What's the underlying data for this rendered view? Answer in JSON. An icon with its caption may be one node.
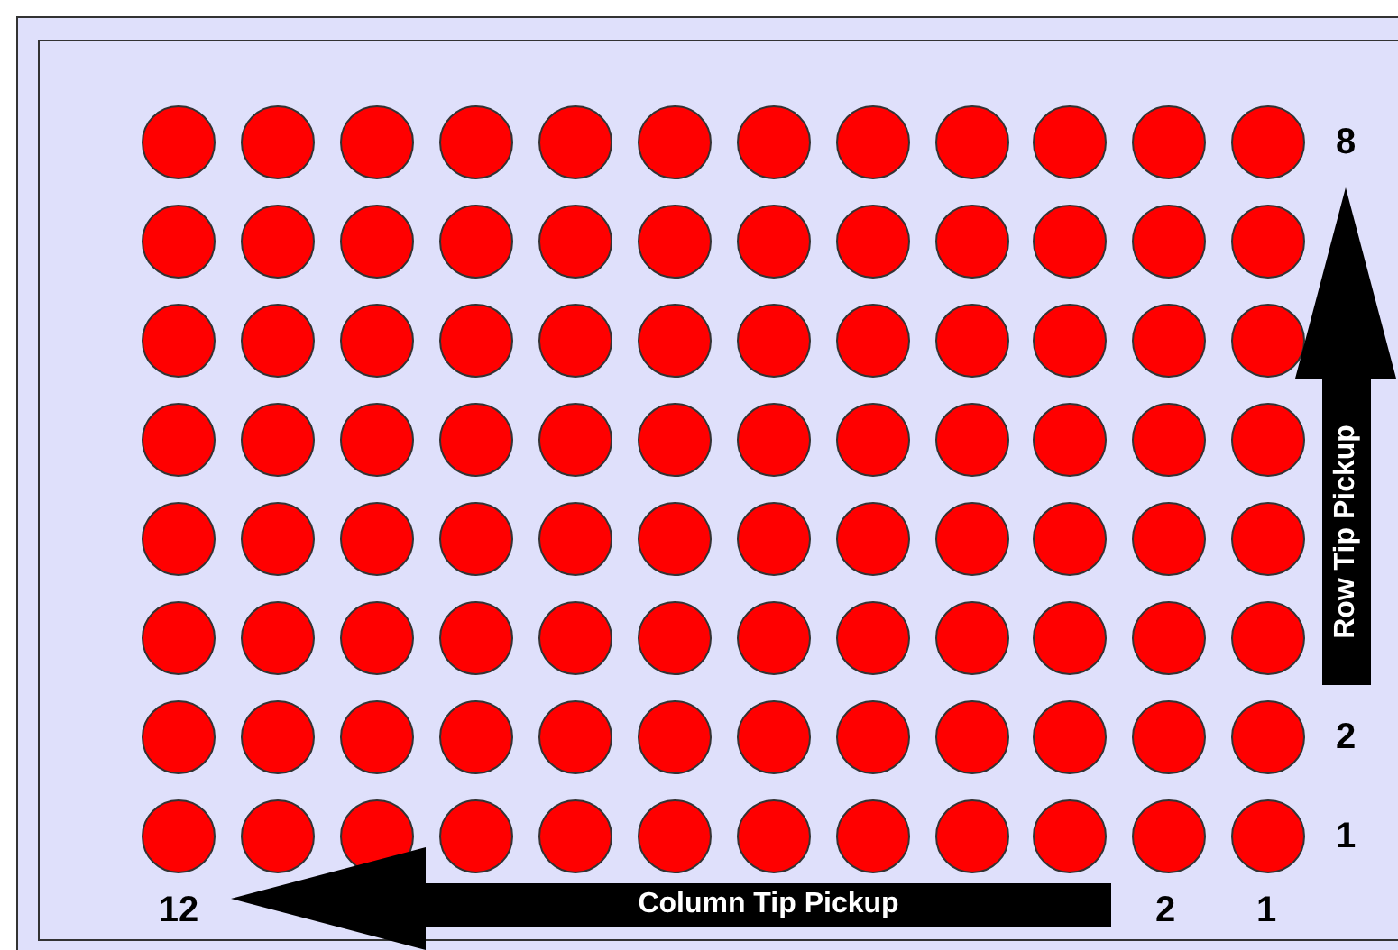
{
  "diagram": {
    "nodes": [
      {
        "text": [
          "Row Tip Pickup"
        ]
      },
      {
        "text": [
          "Column Tip Pickup"
        ]
      }
    ],
    "labels": [
      "8",
      "2",
      "1",
      "12",
      "2",
      "1"
    ]
  }
}
